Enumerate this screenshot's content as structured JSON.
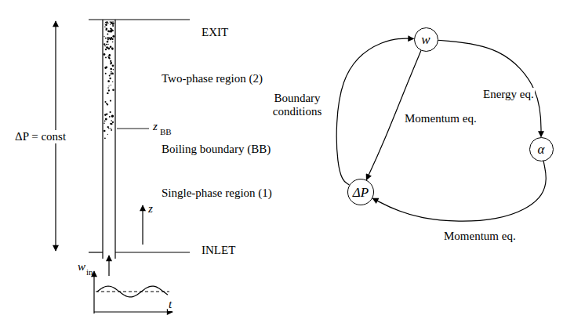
{
  "diagram": {
    "nodes": [
      {
        "text": [
          "w"
        ]
      },
      {
        "text": [
          "ΔP"
        ]
      },
      {
        "text": [
          "α"
        ]
      }
    ],
    "edges": [
      {
        "from": 0,
        "to": 2,
        "arrow": "to",
        "label": "Energy eq."
      },
      {
        "from": 0,
        "to": 1,
        "arrow": "to",
        "label": "Momentum eq."
      },
      {
        "from": 2,
        "to": 1,
        "arrow": "to",
        "label": "Momentum eq."
      },
      {
        "from": 1,
        "to": 0,
        "arrow": "to",
        "label": "Boundary conditions"
      }
    ],
    "labels": [
      "ΔP = const",
      "EXIT",
      "Two-phase region (2)",
      "z",
      "BB",
      "Boiling boundary (BB)",
      "Single-phase region (1)",
      "z",
      "INLET",
      "w",
      "in",
      "t"
    ]
  }
}
